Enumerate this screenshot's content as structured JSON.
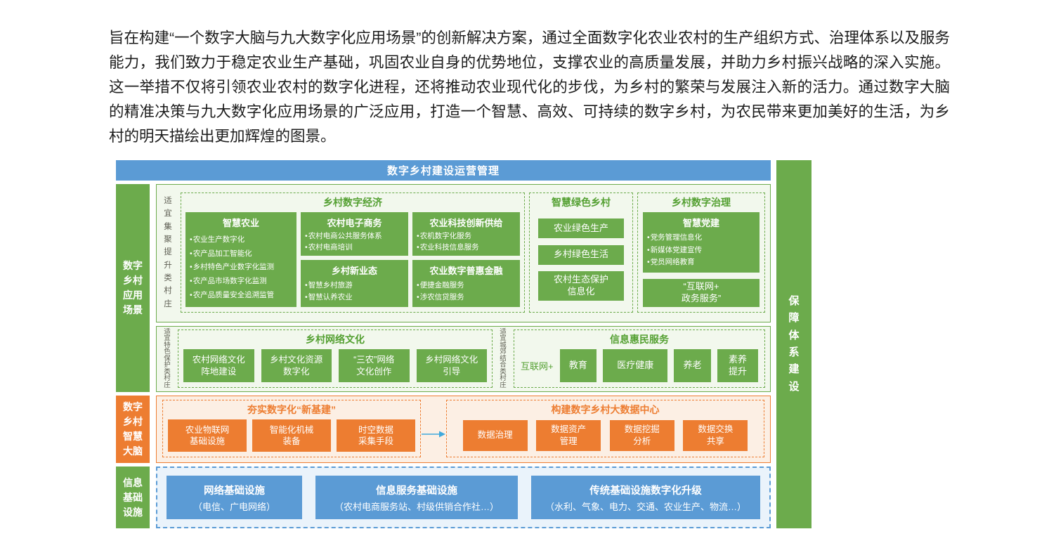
{
  "colors": {
    "header_blue": "#5B9BD5",
    "green": "#6CAB4C",
    "green_title": "#54A032",
    "light_green_bg": "#F2F8ED",
    "orange": "#ED7D31",
    "light_orange_bg": "#FCEFE4",
    "light_blue_bg": "#EAF3FB",
    "arrow_blue": "#3FA9DC"
  },
  "intro": "旨在构建“一个数字大脑与九大数字化应用场景”的创新解决方案，通过全面数字化农业农村的生产组织方式、治理体系以及服务能力，我们致力于稳定农业生产基础，巩固农业自身的优势地位，支撑农业的高质量发展，并助力乡村振兴战略的深入实施。这一举措不仅将引领农业农村的数字化进程，还将推动农业现代化的步伐，为乡村的繁荣与发展注入新的活力。通过数字大脑的精准决策与九大数字化应用场景的广泛应用，打造一个智慧、高效、可持续的数字乡村，为农民带来更加美好的生活，为乡村的明天描绘出更加辉煌的图景。",
  "header": {
    "title": "数字乡村建设运营管理"
  },
  "side": {
    "application": "数字乡村应用场景",
    "brain": "数字乡村智慧大脑",
    "infrastructure": "信息基础设施",
    "guarantee": "保障体系建设"
  },
  "scene": {
    "village_type": "适宜集聚提升类村庄",
    "economy": {
      "title": "乡村数字经济",
      "smart_agriculture": {
        "title": "智慧农业",
        "bullets": [
          "农业生产数字化",
          "农产品加工智能化",
          "乡村特色产业数字化监测",
          "农产品市场数字化监测",
          "农产品质量安全追溯监管"
        ]
      },
      "ecommerce": {
        "title": "农村电子商务",
        "bullets": [
          "农村电商公共服务体系",
          "农村电商培训"
        ]
      },
      "scitech": {
        "title": "农业科技创新供给",
        "bullets": [
          "农机数字化服务",
          "农业科技信息服务"
        ]
      },
      "new_business": {
        "title": "乡村新业态",
        "bullets": [
          "智慧乡村旅游",
          "智慧认养农业"
        ]
      },
      "finance": {
        "title": "农业数字普惠金融",
        "bullets": [
          "便捷金融服务",
          "涉农信贷服务"
        ]
      }
    },
    "green_village": {
      "title": "智慧绿色乡村",
      "items": [
        {
          "lines": [
            "农业绿色生产"
          ]
        },
        {
          "lines": [
            "乡村绿色生活"
          ]
        },
        {
          "lines": [
            "农村生态保护",
            "信息化"
          ]
        }
      ]
    },
    "governance": {
      "title": "乡村数字治理",
      "party": {
        "title": "智慧党建",
        "bullets": [
          "党务管理信息化",
          "新媒体党建宣传",
          "党员网络教育"
        ]
      },
      "gov_service": {
        "lines": [
          "“互联网+",
          "政务服务”"
        ]
      }
    }
  },
  "culture_row": {
    "village_type": "适宜特色保护类村庄",
    "culture": {
      "title": "乡村网络文化",
      "items": [
        {
          "lines": [
            "农村网络文化",
            "阵地建设"
          ]
        },
        {
          "lines": [
            "乡村文化资源",
            "数字化"
          ]
        },
        {
          "lines": [
            "“三农”网络",
            "文化创作"
          ]
        },
        {
          "lines": [
            "乡村网络文化",
            "引导"
          ]
        }
      ]
    },
    "village_type2": "适宜城郊结合类村庄",
    "huimin": {
      "title": "信息惠民服务",
      "prefix": "互联网+",
      "items": [
        {
          "lines": [
            "教育"
          ]
        },
        {
          "lines": [
            "医疗健康"
          ]
        },
        {
          "lines": [
            "养老"
          ]
        },
        {
          "lines": [
            "素养",
            "提升"
          ]
        }
      ]
    }
  },
  "brain_row": {
    "new_infra": {
      "title": "夯实数字化“新基建”",
      "items": [
        {
          "lines": [
            "农业物联网",
            "基础设施"
          ]
        },
        {
          "lines": [
            "智能化机械",
            "装备"
          ]
        },
        {
          "lines": [
            "时空数据",
            "采集手段"
          ]
        }
      ]
    },
    "datacenter": {
      "title": "构建数字乡村大数据中心",
      "items": [
        {
          "lines": [
            "数据治理"
          ]
        },
        {
          "lines": [
            "数据资产",
            "管理"
          ]
        },
        {
          "lines": [
            "数据挖掘",
            "分析"
          ]
        },
        {
          "lines": [
            "数据交换",
            "共享"
          ]
        }
      ]
    }
  },
  "infra_row": {
    "items": [
      {
        "title": "网络基础设施",
        "subtitle": "（电信、广电网络）"
      },
      {
        "title": "信息服务基础设施",
        "subtitle": "（农村电商服务站、村级供销合作社…）"
      },
      {
        "title": "传统基础设施数字化升级",
        "subtitle": "（水利、气象、电力、交通、农业生产、物流…）"
      }
    ]
  }
}
